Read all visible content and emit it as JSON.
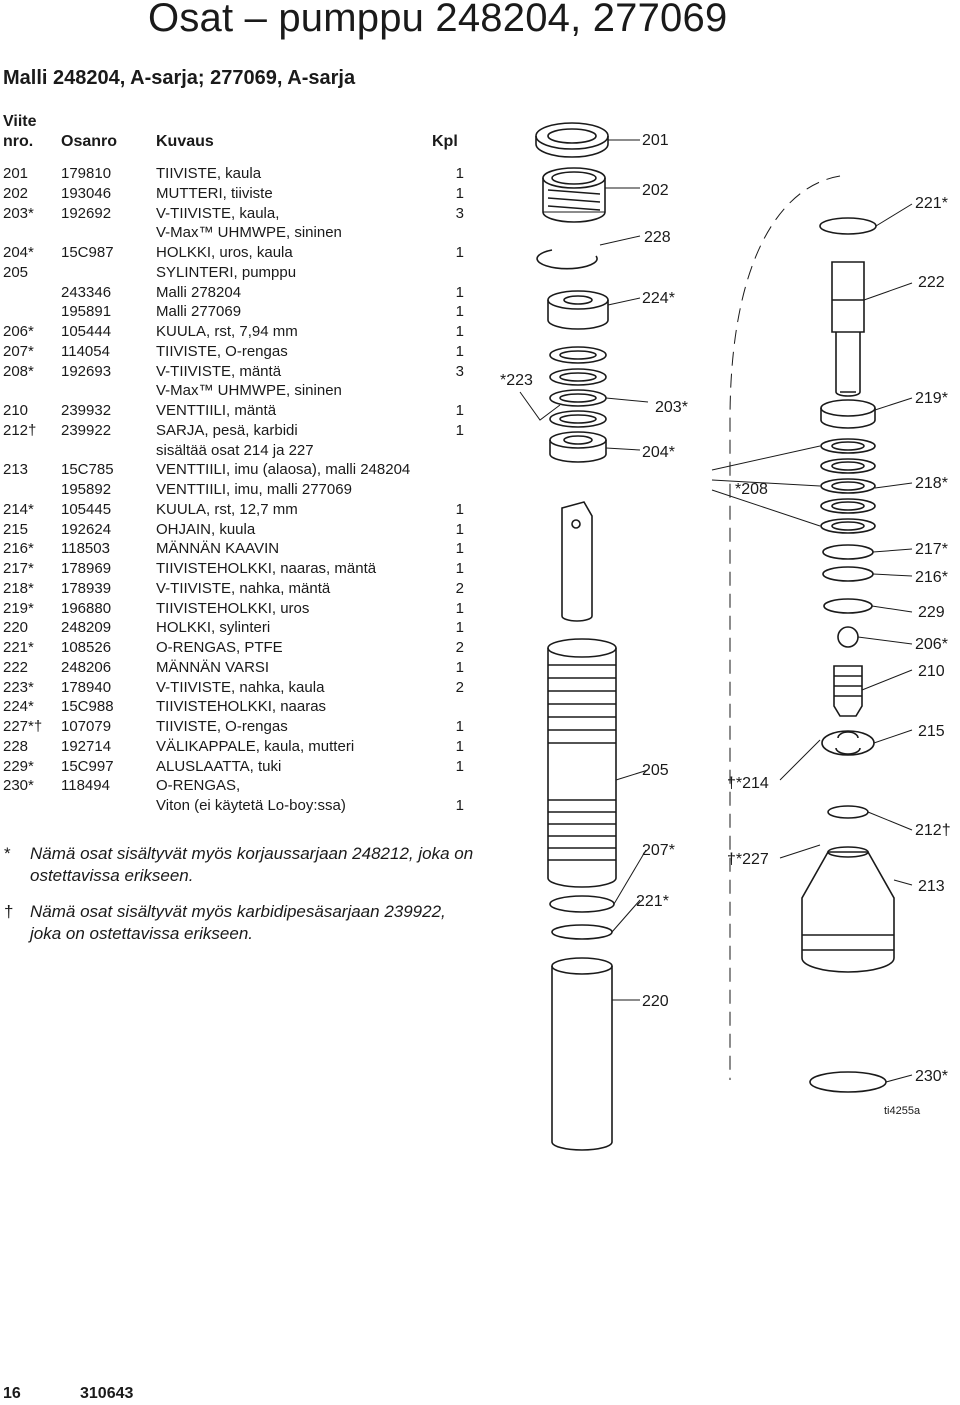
{
  "page": {
    "title": "Osat – pumppu 248204, 277069",
    "subtitle": "Malli 248204, A-sarja; 277069, A-sarja"
  },
  "table": {
    "headers": {
      "ref_line1": "Viite",
      "ref_line2": "nro.",
      "part": "Osanro",
      "desc": "Kuvaus",
      "qty": "Kpl"
    },
    "rows": [
      {
        "ref": "201",
        "part": "179810",
        "desc": "TIIVISTE, kaula",
        "qty": "1"
      },
      {
        "ref": "202",
        "part": "193046",
        "desc": "MUTTERI, tiiviste",
        "qty": "1"
      },
      {
        "ref": "203*",
        "part": "192692",
        "desc": "V-TIIVISTE, kaula,",
        "qty": "3"
      },
      {
        "ref": "",
        "part": "",
        "desc": "V-Max™ UHMWPE, sininen",
        "qty": ""
      },
      {
        "ref": "204*",
        "part": "15C987",
        "desc": "HOLKKI, uros, kaula",
        "qty": "1"
      },
      {
        "ref": "205",
        "part": "",
        "desc": "SYLINTERI, pumppu",
        "qty": ""
      },
      {
        "ref": "",
        "part": "243346",
        "desc": "Malli 278204",
        "qty": "1"
      },
      {
        "ref": "",
        "part": "195891",
        "desc": "Malli 277069",
        "qty": "1"
      },
      {
        "ref": "206*",
        "part": "105444",
        "desc": "KUULA, rst, 7,94 mm",
        "qty": "1"
      },
      {
        "ref": "207*",
        "part": "114054",
        "desc": "TIIVISTE, O-rengas",
        "qty": "1"
      },
      {
        "ref": "208*",
        "part": "192693",
        "desc": "V-TIIVISTE, mäntä",
        "qty": "3"
      },
      {
        "ref": "",
        "part": "",
        "desc": "V-Max™ UHMWPE, sininen",
        "qty": ""
      },
      {
        "ref": "210",
        "part": "239932",
        "desc": "VENTTIILI, mäntä",
        "qty": "1"
      },
      {
        "ref": "212†",
        "part": "239922",
        "desc": "SARJA, pesä, karbidi",
        "qty": "1"
      },
      {
        "ref": "",
        "part": "",
        "desc": "sisältää osat 214 ja 227",
        "qty": ""
      },
      {
        "ref": "213",
        "part": "15C785",
        "desc": "VENTTIILI, imu (alaosa), malli 248204",
        "qty": ""
      },
      {
        "ref": "",
        "part": "195892",
        "desc": "VENTTIILI, imu, malli 277069",
        "qty": ""
      },
      {
        "ref": "214*",
        "part": "105445",
        "desc": "KUULA, rst, 12,7 mm",
        "qty": "1"
      },
      {
        "ref": "215",
        "part": "192624",
        "desc": "OHJAIN, kuula",
        "qty": "1"
      },
      {
        "ref": "216*",
        "part": "118503",
        "desc": "MÄNNÄN KAAVIN",
        "qty": "1"
      },
      {
        "ref": "217*",
        "part": "178969",
        "desc": "TIIVISTEHOLKKI, naaras, mäntä",
        "qty": "1"
      },
      {
        "ref": "218*",
        "part": "178939",
        "desc": "V-TIIVISTE, nahka, mäntä",
        "qty": "2"
      },
      {
        "ref": "219*",
        "part": "196880",
        "desc": "TIIVISTEHOLKKI, uros",
        "qty": "1"
      },
      {
        "ref": "220",
        "part": "248209",
        "desc": "HOLKKI, sylinteri",
        "qty": "1"
      },
      {
        "ref": "221*",
        "part": "108526",
        "desc": "O-RENGAS, PTFE",
        "qty": "2"
      },
      {
        "ref": "222",
        "part": "248206",
        "desc": "MÄNNÄN VARSI",
        "qty": "1"
      },
      {
        "ref": "223*",
        "part": "178940",
        "desc": "V-TIIVISTE, nahka, kaula",
        "qty": "2"
      },
      {
        "ref": "224*",
        "part": "15C988",
        "desc": "TIIVISTEHOLKKI, naaras",
        "qty": ""
      },
      {
        "ref": "227*†",
        "part": "107079",
        "desc": "TIIVISTE, O-rengas",
        "qty": "1"
      },
      {
        "ref": "228",
        "part": "192714",
        "desc": "VÄLIKAPPALE, kaula, mutteri",
        "qty": "1"
      },
      {
        "ref": "229*",
        "part": "15C997",
        "desc": "ALUSLAATTA, tuki",
        "qty": "1"
      },
      {
        "ref": "230*",
        "part": "118494",
        "desc": "O-RENGAS,",
        "qty": ""
      },
      {
        "ref": "",
        "part": "",
        "desc": "Viton (ei käytetä Lo-boy:ssa)",
        "qty": "1"
      }
    ]
  },
  "notes": [
    {
      "mark": "*",
      "text": "Nämä osat sisältyvät myös korjaussarjaan 248212, joka on ostettavissa erikseen."
    },
    {
      "mark": "†",
      "text": "Nämä osat sisältyvät myös karbidipesäsarjaan 239922, joka on ostettavissa erikseen."
    }
  ],
  "diagram": {
    "labels": {
      "l201": "201",
      "l202": "202",
      "l228": "228",
      "l224": "224*",
      "l223": "*223",
      "l203": "203*",
      "l204": "204*",
      "l205": "205",
      "l207": "207*",
      "l221b": "221*",
      "l220": "220",
      "l208": "*208",
      "l214": "†*214",
      "l227": "†*227",
      "l221a": "221*",
      "l222": "222",
      "l219": "219*",
      "l218": "218*",
      "l217": "217*",
      "l216": "216*",
      "l229": "229",
      "l206": "206*",
      "l210": "210",
      "l215": "215",
      "l212": "212†",
      "l213": "213",
      "l230": "230*",
      "fig_id": "ti4255a"
    }
  },
  "footer": {
    "page_no": "16",
    "doc_no": "310643"
  }
}
